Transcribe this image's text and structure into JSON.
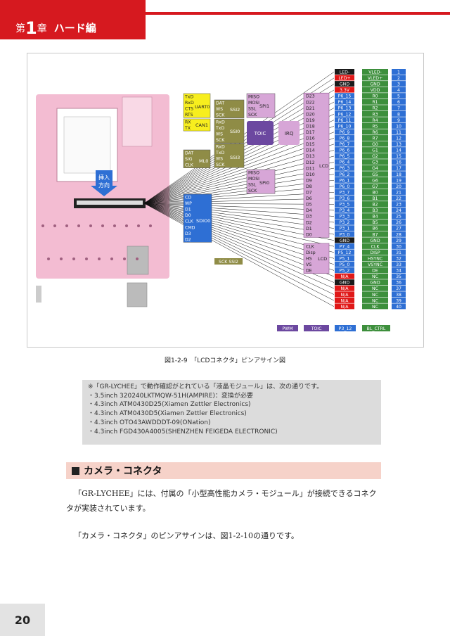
{
  "header": {
    "chapter_prefix": "第",
    "chapter_number": "1",
    "chapter_suffix": "章",
    "title": "ハード編"
  },
  "figure": {
    "caption": "図1-2-9　「LCDコネクタ」ピンアサイン図",
    "board": {
      "sd_slot_label": "",
      "arrow_label_1": "挿入",
      "arrow_label_2": "方向"
    },
    "colors": {
      "board": "#f3bcd2",
      "yellow": "#f7ee1e",
      "olive": "#8f8c46",
      "purple": "#d7a6d7",
      "violet": "#6c48a0",
      "black": "#1a1a1a",
      "red": "#e01818",
      "blue": "#2e6fd4",
      "green": "#3d8f3c"
    },
    "blocks": {
      "uart0": {
        "name": "UART0",
        "pins": [
          "TxD",
          "RxD",
          "CTS",
          "RTS"
        ]
      },
      "can1": {
        "name": "CAN1",
        "pins": [
          "RX",
          "TX"
        ]
      },
      "ssi2": {
        "name": "SSI2",
        "pins": [
          "DAT",
          "WS",
          "SCK"
        ]
      },
      "ssi0": {
        "name": "SSI0",
        "pins": [
          "RxD",
          "TxD",
          "WS",
          "SCK"
        ]
      },
      "ssi3": {
        "name": "SSI3",
        "pins": [
          "RxD",
          "TxD",
          "WS",
          "SCK"
        ]
      },
      "ml0": {
        "name": "ML0",
        "pins": [
          "DAT",
          "SIG",
          "CLK"
        ]
      },
      "spi1": {
        "name": "SPI1",
        "pins": [
          "MISO",
          "MOSI",
          "SSL",
          "SCK"
        ]
      },
      "spi0": {
        "name": "SPI0",
        "pins": [
          "MISO",
          "MOSI",
          "SSL",
          "SCK"
        ]
      },
      "toic": {
        "name": "TOIC"
      },
      "irq": {
        "name": "IRQ"
      },
      "sdio0": {
        "name": "SDIO0",
        "pins": [
          "CD",
          "WP",
          "D1",
          "D0",
          "CLK",
          "CMD",
          "D3",
          "D2"
        ]
      },
      "lcd_data": {
        "name": "LCD",
        "pins": [
          "D23",
          "D22",
          "D21",
          "D20",
          "D19",
          "D18",
          "D17",
          "D16",
          "D15",
          "D14",
          "D13",
          "D12",
          "D11",
          "D10",
          "D9",
          "D8",
          "D7",
          "D6",
          "D5",
          "D4",
          "D3",
          "D2",
          "D1",
          "D0"
        ]
      },
      "lcd_ctrl": {
        "name": "LCD",
        "pins": [
          "CLK",
          "Disp",
          "HS",
          "VS",
          "DE"
        ]
      },
      "sck_ssi2": {
        "label": "SCK   SSI2"
      }
    },
    "port_col": [
      "LED-",
      "LED+",
      "GND",
      "3.3V",
      "P6_15",
      "P6_14",
      "P6_13",
      "P6_12",
      "P6_11",
      "P6_10",
      "P6_9",
      "P6_8",
      "P6_7",
      "P6_6",
      "P6_5",
      "P6_4",
      "P6_3",
      "P6_2",
      "P6_1",
      "P6_0",
      "P3_7",
      "P3_6",
      "P3_5",
      "P3_4",
      "P3_3",
      "P3_2",
      "P3_1",
      "P3_0",
      "GND",
      "P7_4",
      "P5_12",
      "P5_1",
      "P5_0",
      "P5_2",
      "N/A",
      "GND",
      "N/A",
      "N/A",
      "N/A",
      "N/A"
    ],
    "port_colors": [
      "black",
      "red",
      "black",
      "red",
      "blue",
      "blue",
      "blue",
      "blue",
      "blue",
      "blue",
      "blue",
      "blue",
      "blue",
      "blue",
      "blue",
      "blue",
      "blue",
      "blue",
      "blue",
      "blue",
      "blue",
      "blue",
      "blue",
      "blue",
      "blue",
      "blue",
      "blue",
      "blue",
      "black",
      "blue",
      "blue",
      "blue",
      "blue",
      "blue",
      "red",
      "black",
      "red",
      "red",
      "red",
      "red"
    ],
    "lcd_col": [
      "VLED-",
      "VLED+",
      "GND",
      "VDD",
      "R0",
      "R1",
      "R2",
      "R3",
      "R4",
      "R5",
      "R6",
      "R7",
      "G0",
      "G1",
      "G2",
      "G3",
      "G4",
      "G5",
      "G6",
      "G7",
      "B0",
      "B1",
      "B2",
      "B3",
      "B4",
      "B5",
      "B6",
      "B7",
      "GND",
      "CLK",
      "DISP",
      "HSYNC",
      "VSYNC",
      "DE",
      "NC",
      "GND",
      "NC",
      "NC",
      "NC",
      "NC"
    ],
    "pin_numbers": [
      "1",
      "2",
      "3",
      "4",
      "5",
      "6",
      "7",
      "8",
      "9",
      "10",
      "11",
      "12",
      "13",
      "14",
      "15",
      "16",
      "17",
      "18",
      "19",
      "20",
      "21",
      "22",
      "23",
      "24",
      "25",
      "26",
      "27",
      "28",
      "29",
      "30",
      "31",
      "32",
      "33",
      "34",
      "35",
      "36",
      "37",
      "38",
      "39",
      "40"
    ],
    "bottom_row": [
      "PWM",
      "TOIC",
      "P3_12",
      "BL_CTRL"
    ]
  },
  "note": {
    "lines": [
      "※「GR-LYCHEE」で動作確認がとれている「液晶モジュール」は、次の通りです。",
      "・3.5inch 320240LKTMQW-51H(AMPIRE)：変換が必要",
      "・4.3inch ATM0430D25(Xiamen Zettler Electronics)",
      "・4.3inch ATM0430D5(Xiamen Zettler Electronics)",
      "・4.3inch OTO43AWDDDT-09(ONation)",
      "・4.3inch FGD430A4005(SHENZHEN FEIGEDA ELECTRONIC)"
    ]
  },
  "section": {
    "title": "カメラ・コネクタ"
  },
  "paragraphs": [
    "「GR-LYCHEE」には、付属の「小型高性能カメラ・モジュール」が接続できるコネクタが実装されています。",
    "「カメラ・コネクタ」のピンアサインは、図1-2-10の通りです。"
  ],
  "page_number": "20"
}
